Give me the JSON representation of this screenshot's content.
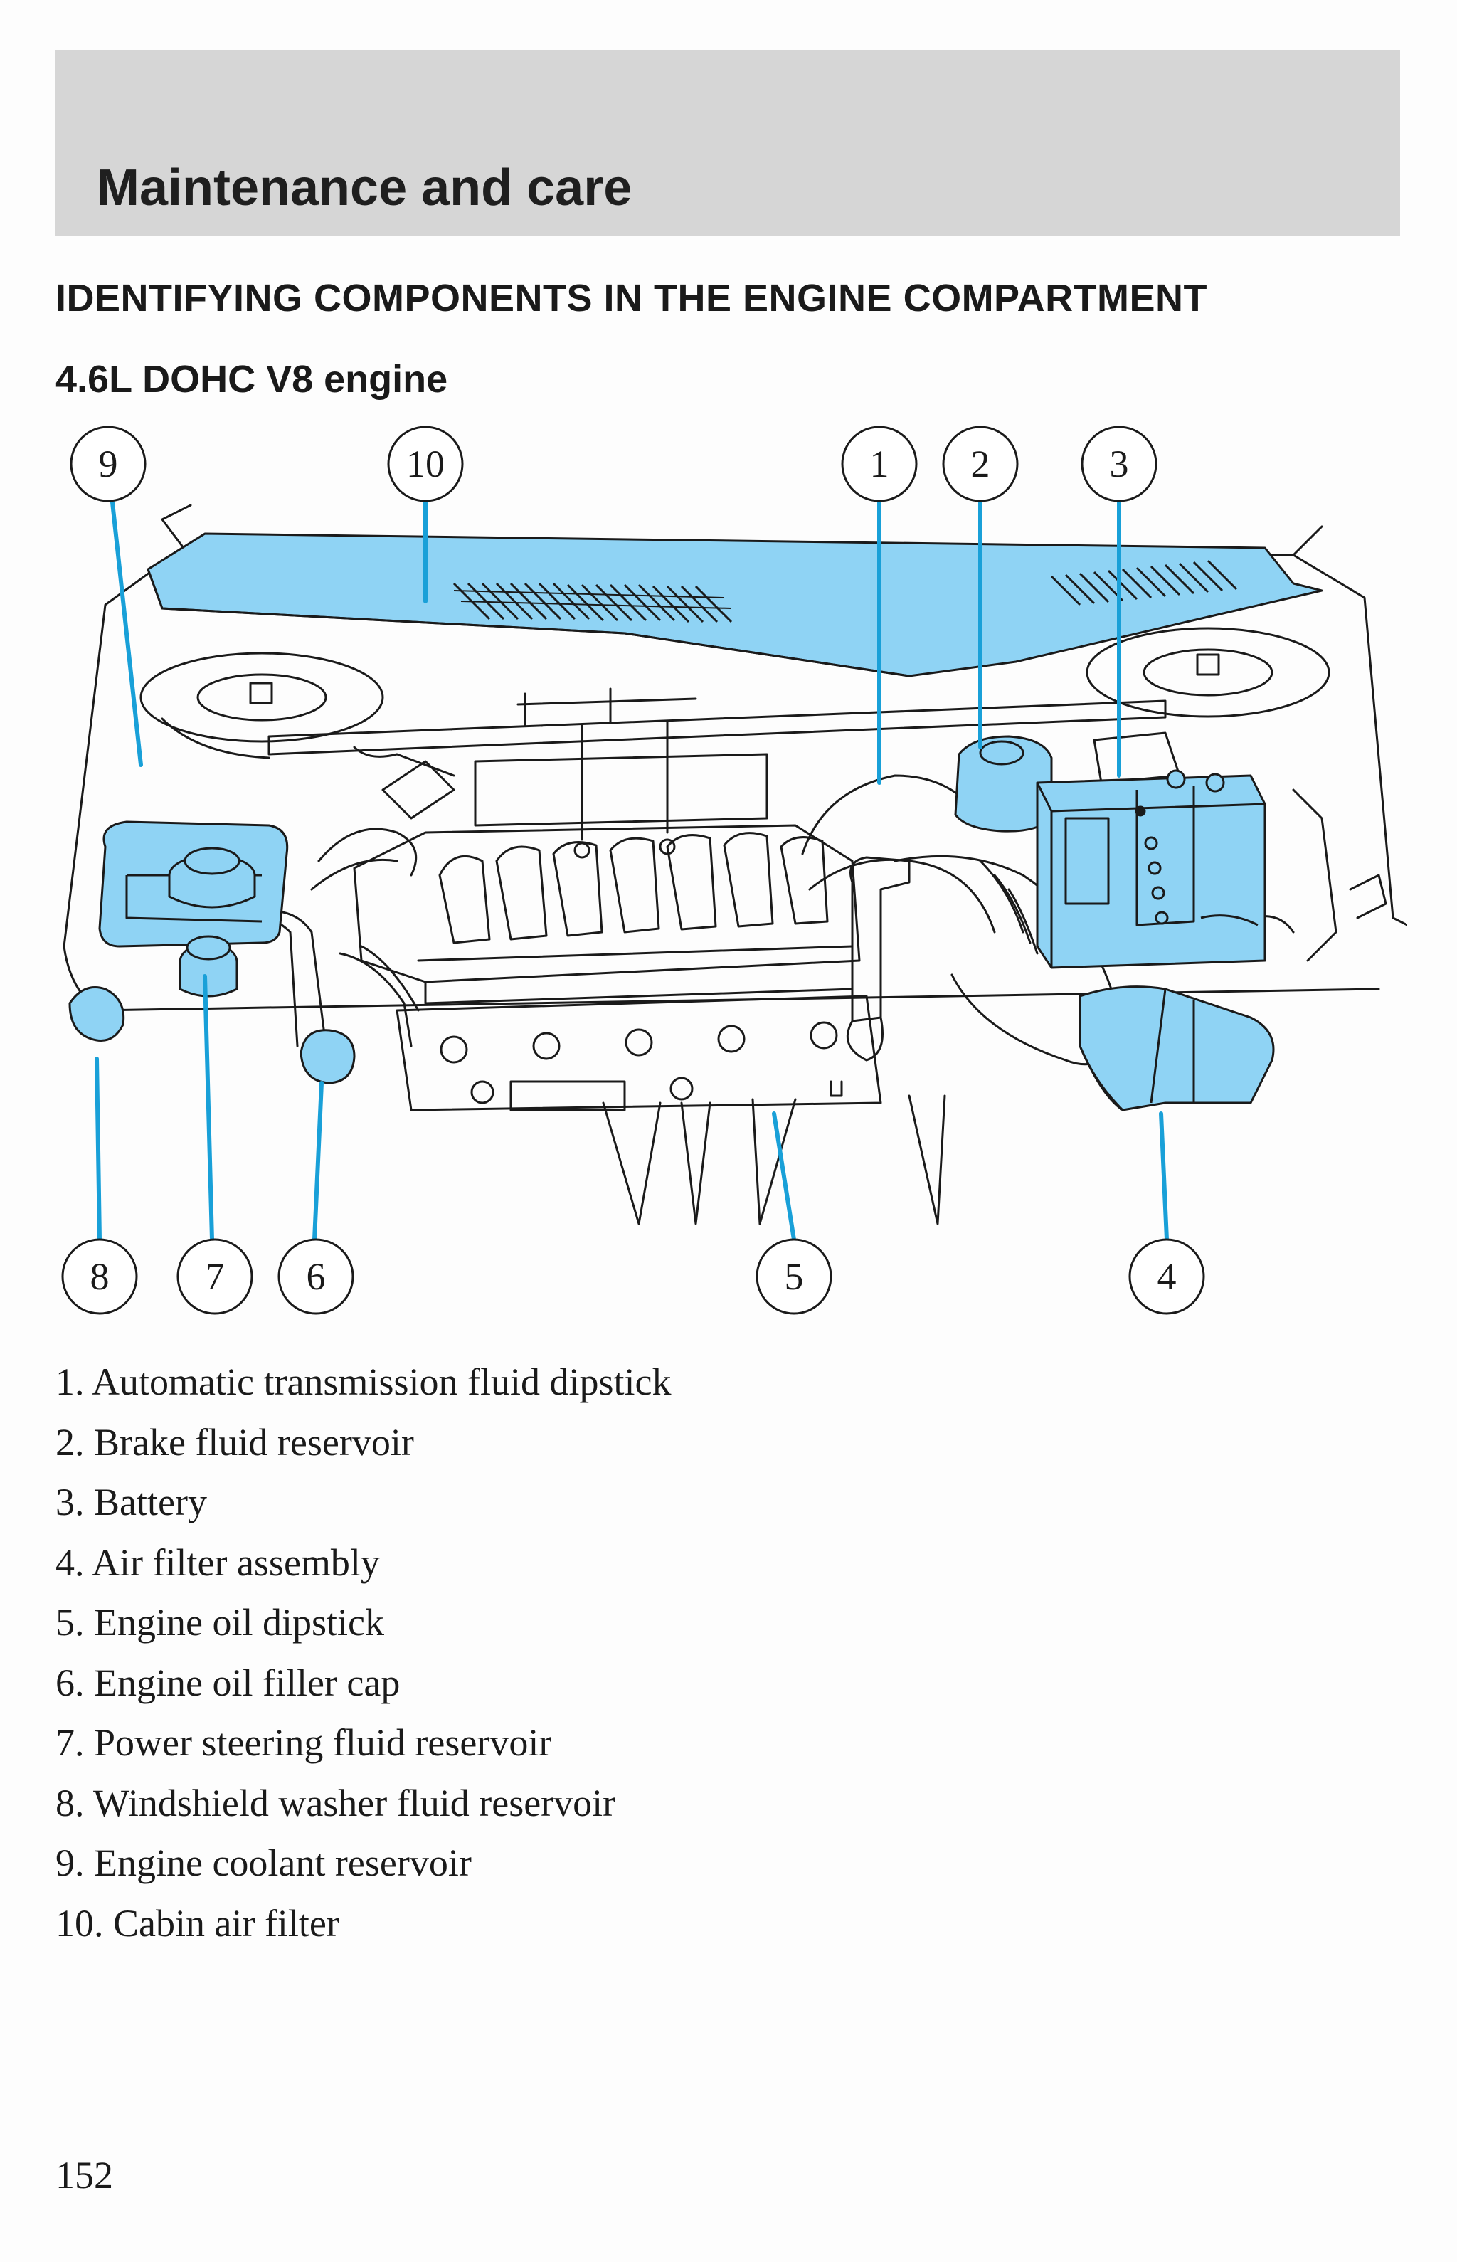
{
  "header": {
    "title": "Maintenance and care"
  },
  "section": {
    "heading": "IDENTIFYING COMPONENTS IN THE ENGINE COMPARTMENT",
    "subheading": "4.6L DOHC V8 engine"
  },
  "diagram": {
    "highlight_color": "#8fd3f4",
    "leader_color": "#19a0d8",
    "callouts": [
      "9",
      "10",
      "1",
      "2",
      "3",
      "8",
      "7",
      "6",
      "5",
      "4"
    ]
  },
  "legend": [
    "1. Automatic transmission fluid dipstick",
    "2. Brake fluid reservoir",
    "3. Battery",
    "4. Air filter assembly",
    "5. Engine oil dipstick",
    "6. Engine oil filler cap",
    "7. Power steering fluid reservoir",
    "8. Windshield washer fluid reservoir",
    "9. Engine coolant reservoir",
    "10. Cabin air filter"
  ],
  "footer": {
    "page_number": "152"
  }
}
